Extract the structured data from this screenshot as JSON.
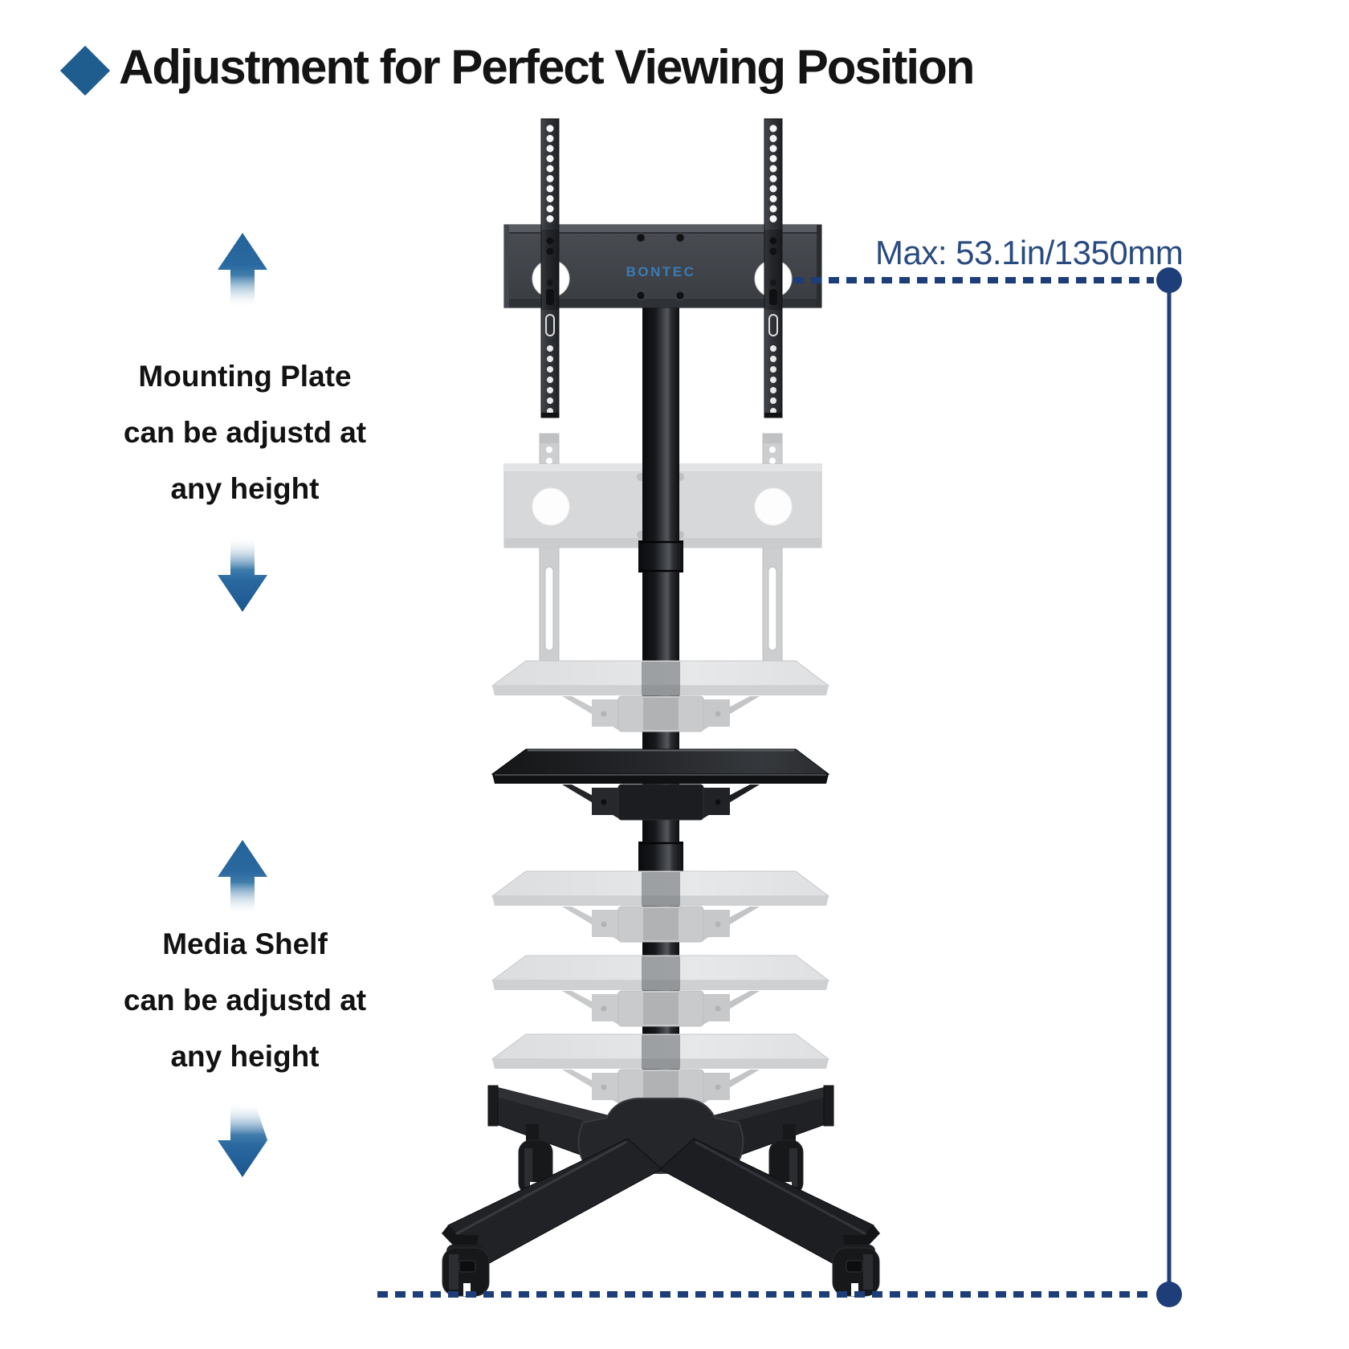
{
  "title": {
    "icon": "diamond",
    "text": "Adjustment for Perfect Viewing Position"
  },
  "annotations": {
    "mounting_plate": {
      "lines": [
        "Mounting Plate",
        "can be adjustd at",
        "any height"
      ]
    },
    "media_shelf": {
      "lines": [
        "Media Shelf",
        "can be adjustd at",
        "any height"
      ]
    },
    "max_height": {
      "text": "Max: 53.1in/1350mm"
    }
  },
  "product": {
    "brand": "BONTEC",
    "illustration": "mobile-tv-cart-with-adjustable-mounting-plate-and-media-shelf"
  },
  "colors": {
    "accent_blue": "#1e5d8e",
    "arrow_blue": "#2a68a0",
    "measure_navy": "#1d3e78",
    "max_text_blue": "#2a4b80",
    "logo_blue": "#3a7cb4"
  }
}
